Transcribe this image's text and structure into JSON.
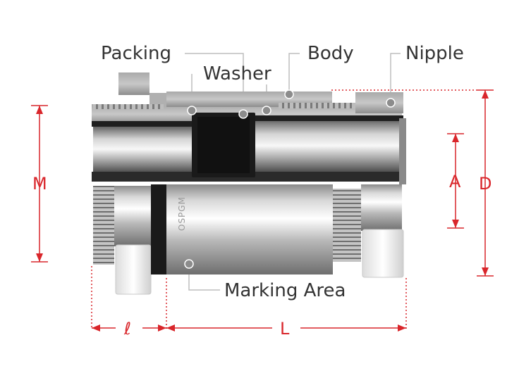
{
  "labels": {
    "packing": "Packing",
    "washer": "Washer",
    "body": "Body",
    "nipple": "Nipple",
    "marking_area": "Marking Area"
  },
  "dimensions": {
    "m": "M",
    "a": "A",
    "d": "D",
    "l_small": "ℓ",
    "l_large": "L"
  },
  "stamp": "OSPGM",
  "colors": {
    "dimension": "#d9262b",
    "leader": "#bdbdbd",
    "packing": "#1a1a1a",
    "metal": "#c9c9c9"
  }
}
